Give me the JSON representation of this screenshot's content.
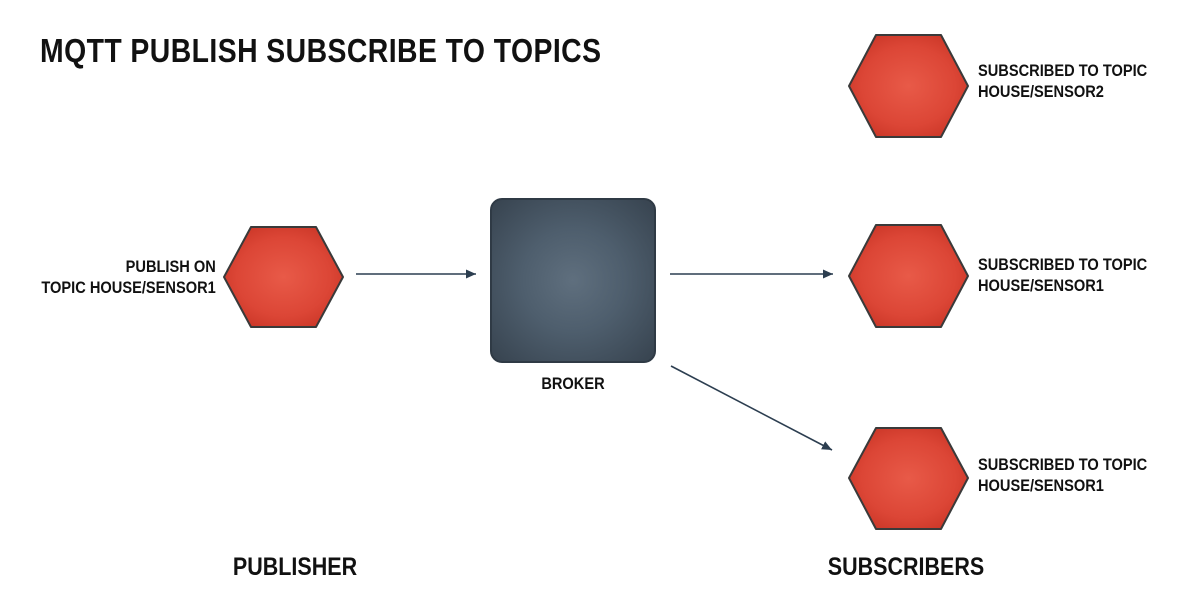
{
  "title": "MQTT PUBLISH SUBSCRIBE TO TOPICS",
  "publisher": {
    "line1": "PUBLISH ON",
    "line2": "TOPIC HOUSE/SENSOR1",
    "section_label": "PUBLISHER"
  },
  "broker": {
    "label": "BROKER"
  },
  "subscribers": {
    "section_label": "SUBSCRIBERS",
    "items": [
      {
        "line1": "SUBSCRIBED TO TOPIC",
        "line2": "HOUSE/SENSOR2"
      },
      {
        "line1": "SUBSCRIBED TO TOPIC",
        "line2": "HOUSE/SENSOR1"
      },
      {
        "line1": "SUBSCRIBED TO TOPIC",
        "line2": "HOUSE/SENSOR1"
      }
    ]
  },
  "colors": {
    "node_fill": "#e04a3b",
    "node_stroke": "#3a3a3a",
    "broker_fill": "#4e5e6d",
    "arrow": "#2c3e50",
    "text": "#111111"
  }
}
